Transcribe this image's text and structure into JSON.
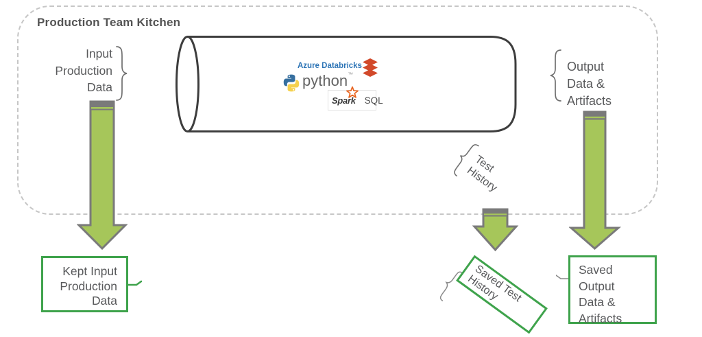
{
  "title": "Production Team Kitchen",
  "labels": {
    "input": {
      "line1": "Input",
      "line2": "Production",
      "line3": "Data"
    },
    "output": {
      "line1": "Output",
      "line2": "Data &",
      "line3": "Artifacts"
    },
    "test_history": {
      "line1": "Test",
      "line2": "History"
    }
  },
  "pipeline": {
    "azure_databricks": "Azure Databricks",
    "python": "python",
    "python_tm": "™",
    "spark": "Spark",
    "sql": "SQL"
  },
  "boxes": {
    "kept_input": {
      "line1": "Kept Input",
      "line2": "Production",
      "line3": "Data"
    },
    "saved_test": {
      "line1": "Saved Test",
      "line2": "History"
    },
    "saved_output": {
      "line1": "Saved",
      "line2": "Output",
      "line3": "Data &",
      "line4": "Artifacts"
    }
  },
  "colors": {
    "text_gray": "#58595b",
    "arrow_green": "#a6c65a",
    "arrow_outline": "#7a7a7a",
    "box_green": "#3fa34c",
    "dashed_border": "#c6c6c6",
    "cylinder_outline": "#3d3d3d",
    "azure_blue": "#2e75b6",
    "databricks_red": "#d2492a",
    "python_blue": "#366f9f",
    "python_yellow": "#f5d14e",
    "python_text": "#646464",
    "spark_orange": "#e8641f"
  }
}
